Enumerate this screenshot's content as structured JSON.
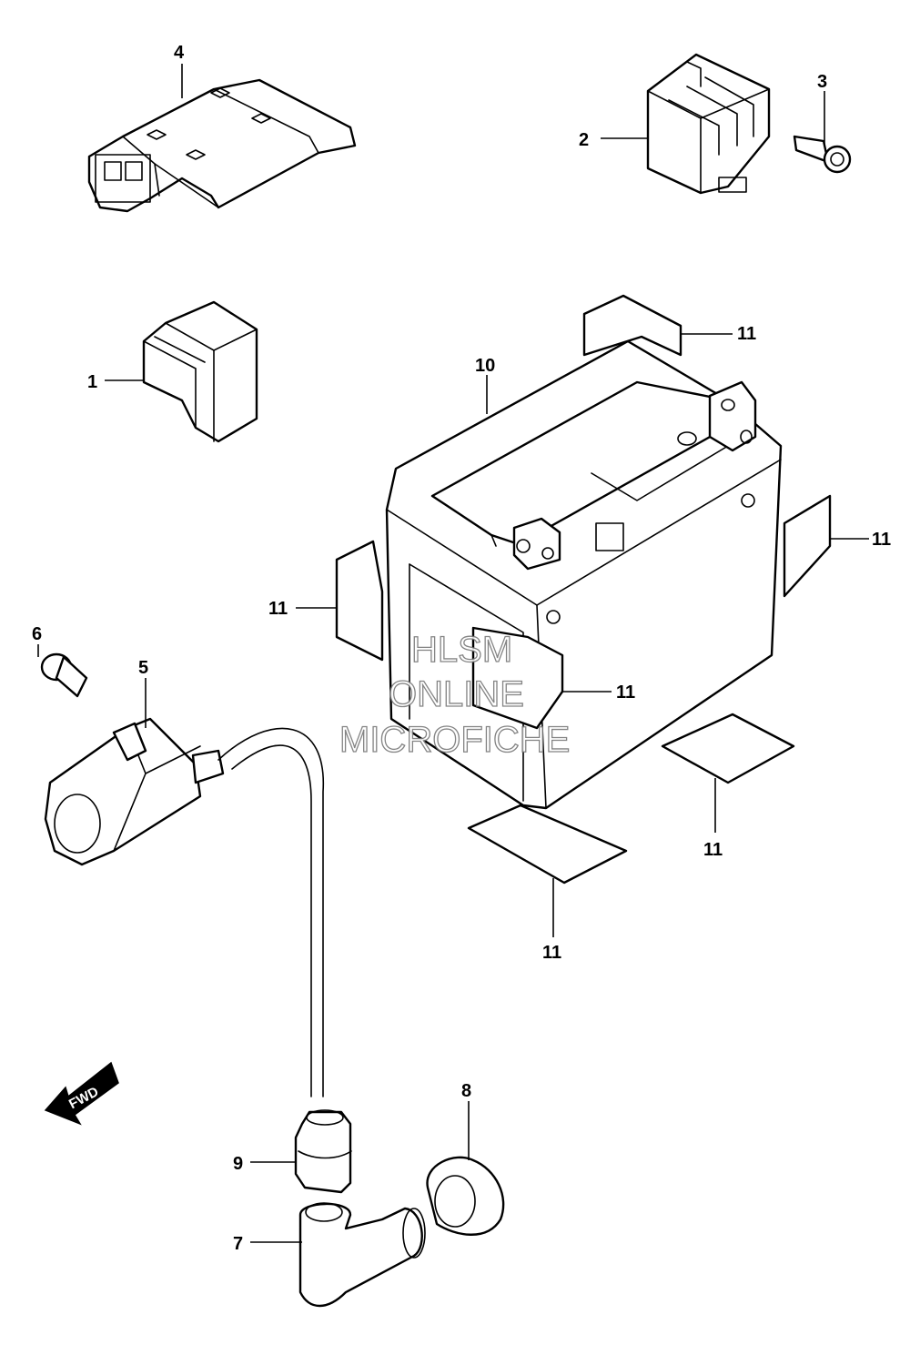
{
  "callouts": [
    {
      "id": "1",
      "label": "1"
    },
    {
      "id": "2",
      "label": "2"
    },
    {
      "id": "3",
      "label": "3"
    },
    {
      "id": "4",
      "label": "4"
    },
    {
      "id": "5",
      "label": "5"
    },
    {
      "id": "6",
      "label": "6"
    },
    {
      "id": "7",
      "label": "7"
    },
    {
      "id": "8",
      "label": "8"
    },
    {
      "id": "9",
      "label": "9"
    },
    {
      "id": "10",
      "label": "10"
    },
    {
      "id": "11a",
      "label": "11"
    },
    {
      "id": "11b",
      "label": "11"
    },
    {
      "id": "11c",
      "label": "11"
    },
    {
      "id": "11d",
      "label": "11"
    },
    {
      "id": "11e",
      "label": "11"
    },
    {
      "id": "11f",
      "label": "11"
    }
  ],
  "direction_arrow": {
    "label": "FWD"
  },
  "watermark": {
    "line1": "HLSM",
    "line2": "ONLINE",
    "line3": "MICROFICHE"
  }
}
